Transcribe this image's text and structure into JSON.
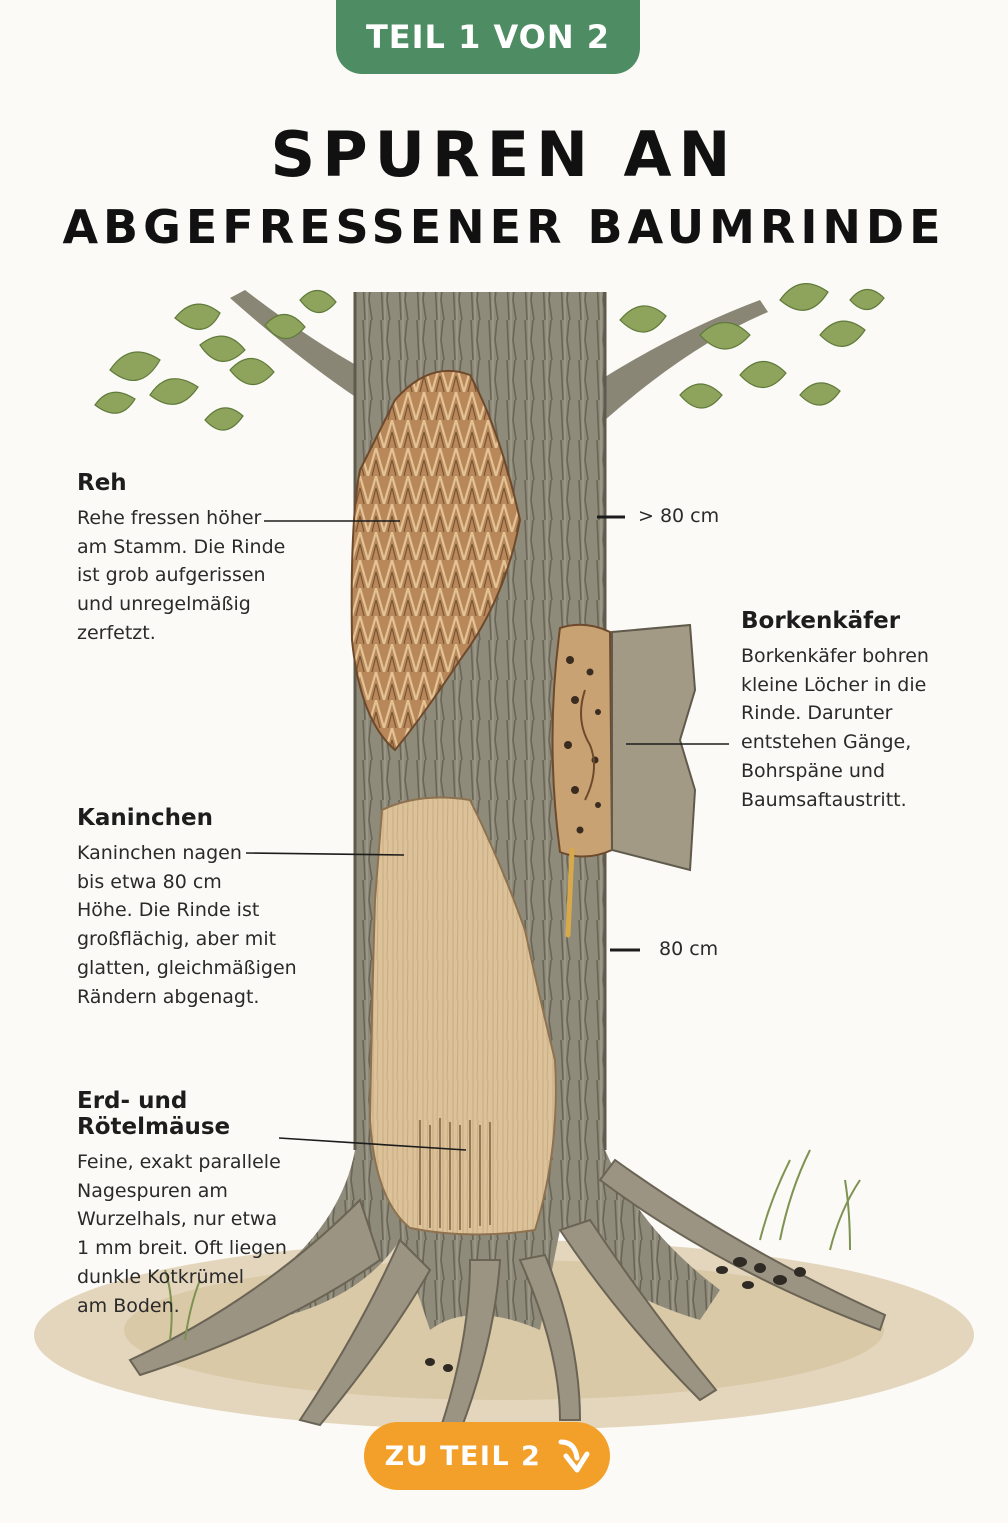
{
  "header": {
    "part_label": "TEIL 1 VON 2",
    "title_line1": "SPUREN AN",
    "title_line2": "ABGEFRESSENER BAUMRINDE"
  },
  "labels": {
    "reh": {
      "heading": "Reh",
      "lines": [
        "Rehe fressen höher",
        "am Stamm. Die Rinde",
        "ist grob aufgerissen",
        "und unregelmäßig",
        "zerfetzt."
      ]
    },
    "kaninchen": {
      "heading": "Kaninchen",
      "lines": [
        "Kaninchen nagen",
        "bis etwa 80 cm",
        "Höhe. Die Rinde ist",
        "großflächig, aber mit",
        "glatten, gleichmäßigen",
        "Rändern abgenagt."
      ]
    },
    "maeuse": {
      "heading": "Erd- und Rötelmäuse",
      "lines": [
        "Feine, exakt parallele",
        "Nagespuren am",
        "Wurzelhals, nur etwa",
        "1 mm breit. Oft liegen",
        "dunkle Kotkrümel",
        "am Boden."
      ]
    },
    "borkenkaefer": {
      "heading": "Borkenkäfer",
      "lines": [
        "Borkenkäfer bohren",
        "kleine Löcher in die",
        "Rinde. Darunter",
        "entstehen Gänge,",
        "Bohrspäne und",
        "Baumsaftaustritt."
      ]
    }
  },
  "height_marks": {
    "upper": "> 80 cm",
    "lower": "80 cm"
  },
  "navigation": {
    "next_label": "ZU TEIL 2"
  },
  "icons": {
    "next_arrow": "curved-arrow-down-icon"
  },
  "colors": {
    "background": "#fbfaf6",
    "part_tab": "#4e8c63",
    "next_button": "#f3a02a",
    "bark": "#8c8878",
    "bark_dark": "#5f5a4c",
    "wood_exposed": "#dcc29a",
    "leaf": "#8ea35c",
    "ground": "#d8c6a6"
  }
}
